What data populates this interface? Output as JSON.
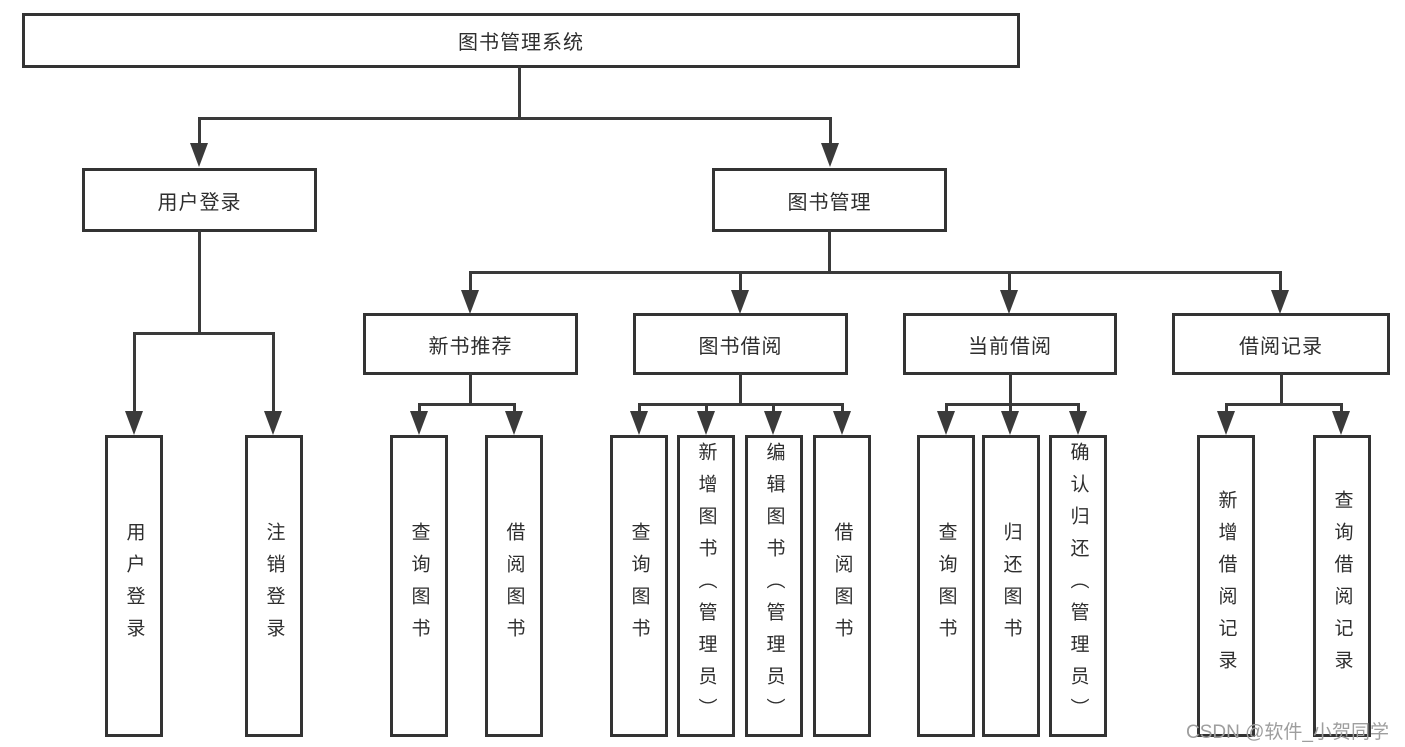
{
  "tree": {
    "label": "图书管理系统",
    "children": [
      {
        "label": "用户登录",
        "children": [
          {
            "label": "用户登录"
          },
          {
            "label": "注销登录"
          }
        ]
      },
      {
        "label": "图书管理",
        "children": [
          {
            "label": "新书推荐",
            "children": [
              {
                "label": "查询图书"
              },
              {
                "label": "借阅图书"
              }
            ]
          },
          {
            "label": "图书借阅",
            "children": [
              {
                "label": "查询图书"
              },
              {
                "label": "新增图书（管理员）"
              },
              {
                "label": "编辑图书（管理员）"
              },
              {
                "label": "借阅图书"
              }
            ]
          },
          {
            "label": "当前借阅",
            "children": [
              {
                "label": "查询图书"
              },
              {
                "label": "归还图书"
              },
              {
                "label": "确认归还（管理员）"
              }
            ]
          },
          {
            "label": "借阅记录",
            "children": [
              {
                "label": "新增借阅记录"
              },
              {
                "label": "查询借阅记录"
              }
            ]
          }
        ]
      }
    ]
  },
  "watermark": {
    "text": "CSDN @软件_小贺同学"
  },
  "colors": {
    "line": "#3a3a3a",
    "box_border": "#333333",
    "text": "#2e2e2e",
    "watermark": "#9e9e9e",
    "background": "#ffffff"
  }
}
